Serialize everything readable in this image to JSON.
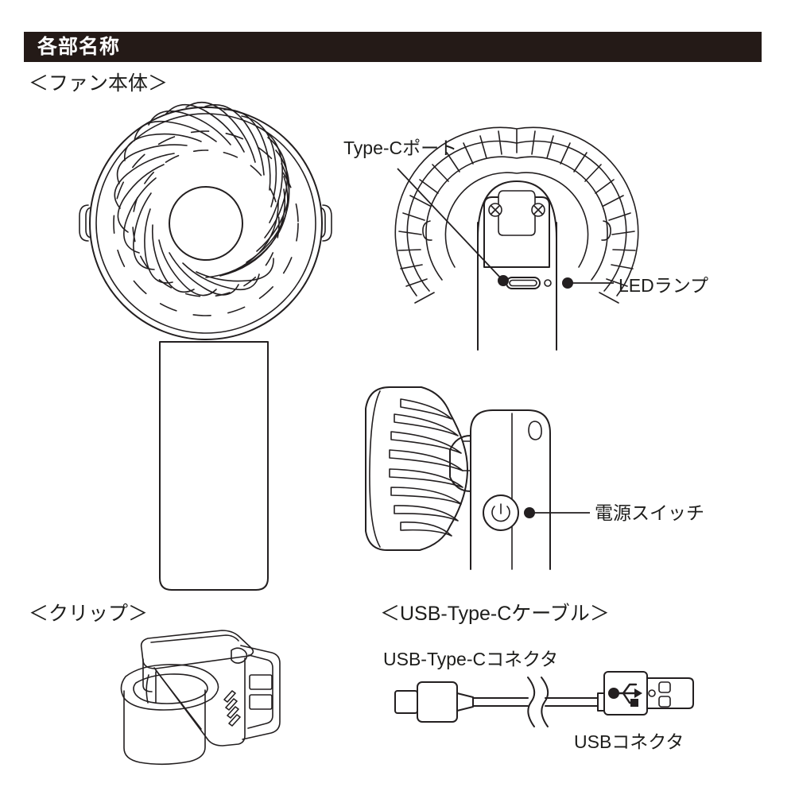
{
  "page": {
    "header_title": "各部名称",
    "background_color": "#ffffff",
    "header_bar_color": "#241a17",
    "line_color": "#231f20"
  },
  "sections": {
    "fan_body": "＜ファン本体＞",
    "clip": "＜クリップ＞",
    "cable": "＜USB-Type-Cケーブル＞"
  },
  "callouts": {
    "type_c_port": "Type-Cポート",
    "led_lamp": "LEDランプ",
    "power_switch": "電源スイッチ",
    "usb_type_c_connector": "USB-Type-Cコネクタ",
    "usb_connector": "USBコネクタ"
  },
  "illustrations": {
    "fan_front": "handheld-fan-front-view",
    "fan_rear": "handheld-fan-rear-view",
    "fan_side": "handheld-fan-side-view",
    "clip": "clip-accessory",
    "cable": "usb-type-c-cable"
  }
}
